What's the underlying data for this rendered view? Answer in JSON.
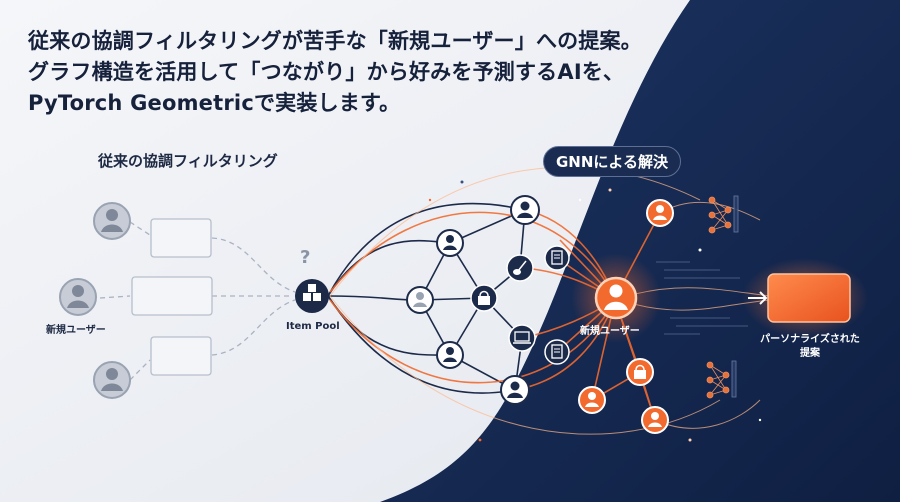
{
  "headline": {
    "line1": "従来の協調フィルタリングが苦手な「新規ユーザー」への提案。",
    "line2": "グラフ構造を活用して「つながり」から好みを予測するAIを、",
    "line3": "PyTorch Geometricで実装します。"
  },
  "left_section": {
    "title": "従来の協調フィルタリング",
    "new_user_label": "新規ユーザー",
    "item_pool_label": "Item Pool",
    "question_mark": "?"
  },
  "right_section": {
    "title": "GNNによる解決",
    "center_user_label": "新規ユーザー",
    "output_label_line1": "パーソナライズされた",
    "output_label_line2": "提案"
  },
  "colors": {
    "navy": "#16213b",
    "accent_orange": "#f26a2e",
    "dark_bg": "#172a52",
    "light_bg": "#eef1f5"
  }
}
